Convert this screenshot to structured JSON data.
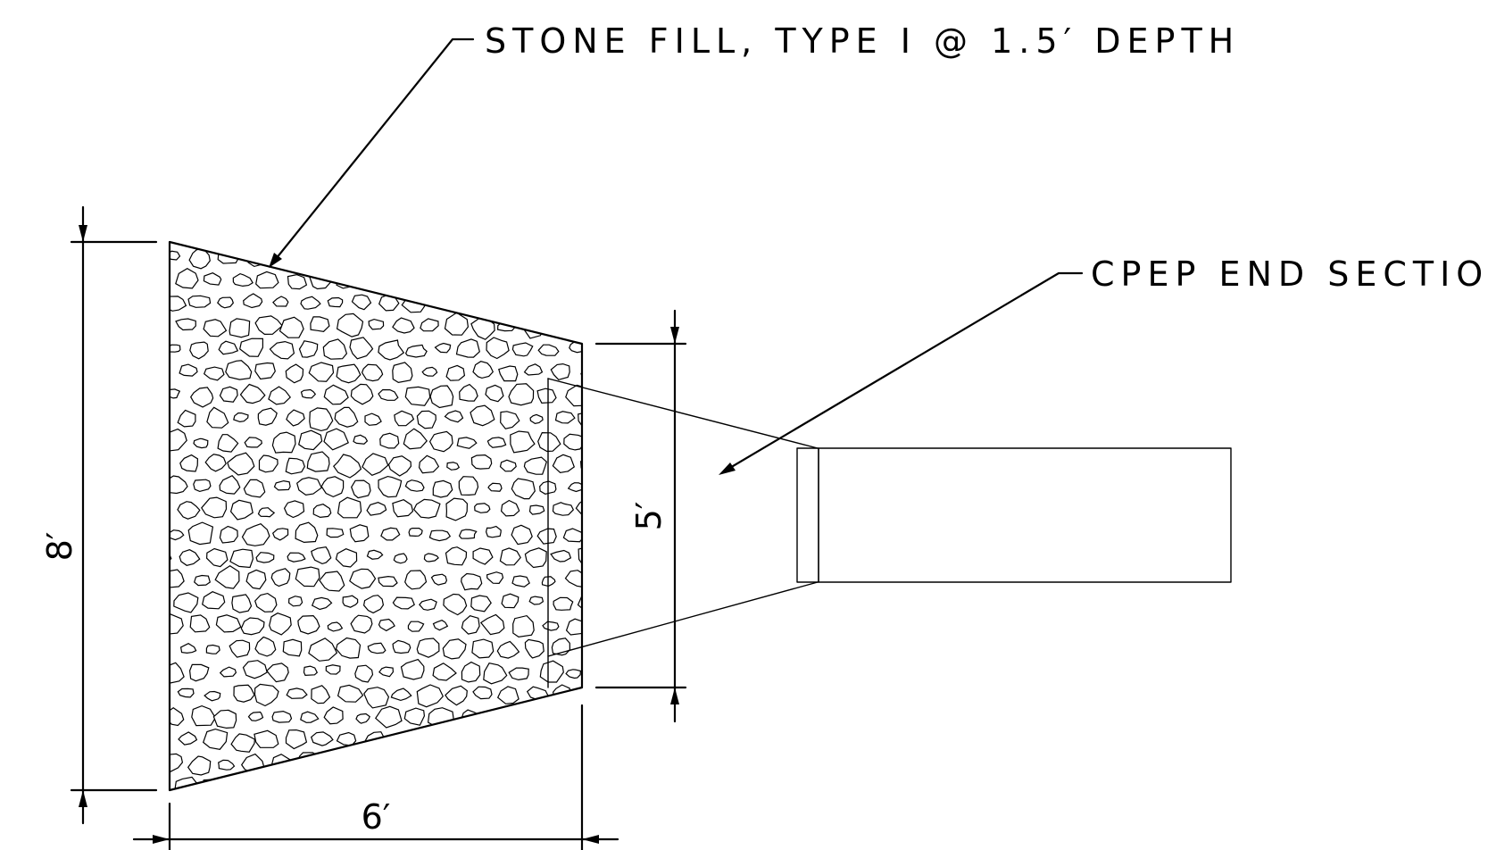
{
  "labels": {
    "stone_fill": "STONE FILL, TYPE I @ 1.5′ DEPTH",
    "end_section": "CPEP END SECTION"
  },
  "dimensions": {
    "height": "8′",
    "width": "6′",
    "opening": "5′"
  }
}
